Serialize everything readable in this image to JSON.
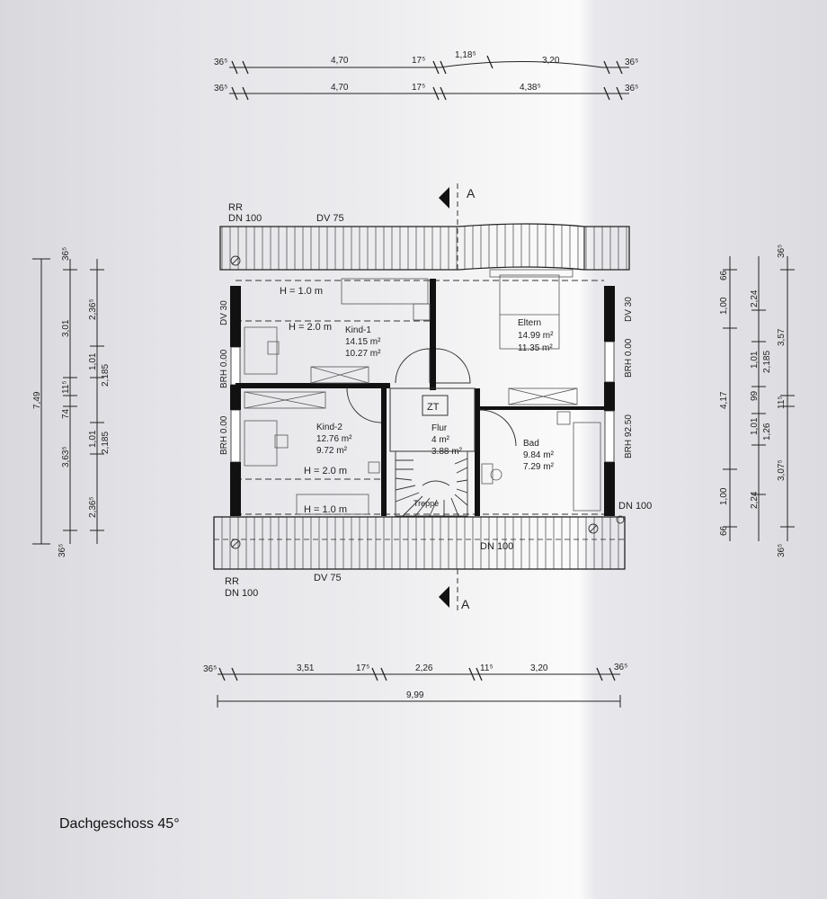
{
  "title": "Dachgeschoss 45°",
  "rooms": {
    "kind1": {
      "name": "Kind-1",
      "area1": "14.15 m²",
      "area2": "10.27 m²"
    },
    "kind2": {
      "name": "Kind-2",
      "area1": "12.76 m²",
      "area2": "9.72 m²"
    },
    "eltern": {
      "name": "Eltern",
      "area1": "14.99 m²",
      "area2": "11.35 m²"
    },
    "flur": {
      "name": "Flur",
      "area1": "4 m²",
      "area2": "3.88 m²"
    },
    "bad": {
      "name": "Bad",
      "area1": "9.84 m²",
      "area2": "7.29 m²"
    }
  },
  "labels": {
    "zt": "ZT",
    "treppe": "Treppe",
    "rr_top": "RR",
    "dn100_top": "DN 100",
    "dv75_top": "DV 75",
    "rr_bottom": "RR",
    "dn100_bottom": "DN 100",
    "dv75_bottom": "DV 75",
    "dn100_right": "DN 100",
    "dn100_gutter": "DN 100",
    "h10_top": "H = 1.0 m",
    "h20_kind1": "H = 2.0 m",
    "h20_kind2": "H = 2.0 m",
    "h10_bottom": "H = 1.0 m",
    "section_top": "A",
    "section_bottom": "A",
    "dv30_left": "DV 30",
    "brh000_left1": "BRH 0.00",
    "brh000_left2": "BRH 0.00",
    "dv30_right": "DV 30",
    "brh000_right": "BRH 0.00",
    "brh9250_right": "BRH 92.50"
  },
  "dims_top1": [
    "36⁵",
    "4,70",
    "17⁵",
    "1,18⁵",
    "3,20",
    "36⁵"
  ],
  "dims_top2": [
    "36⁵",
    "4,70",
    "17⁵",
    "4,38⁵",
    "36⁵"
  ],
  "dims_bottom1": [
    "36⁵",
    "3,51",
    "17⁵",
    "2,26",
    "11⁵",
    "3,20",
    "36⁵"
  ],
  "dims_bottom2": [
    "9,99"
  ],
  "dims_left_outer": [
    "7,49",
    "36⁵"
  ],
  "dims_left_mid": [
    "36⁵",
    "3,01",
    "11⁵",
    "74",
    "3,63⁵",
    "2,36⁵"
  ],
  "dims_left_inner": [
    "2,36⁵",
    "1,01",
    "2,185",
    "1,01",
    "2,185"
  ],
  "dims_right_inner": [
    "66",
    "1,00",
    "4,17",
    "1,00",
    "66"
  ],
  "dims_right_mid": [
    "2,24",
    "1,01",
    "99",
    "1,01",
    "1,26",
    "2,24",
    "2,185"
  ],
  "dims_right_outer": [
    "36⁵",
    "3,57",
    "11⁵",
    "3,07⁵",
    "36⁵"
  ]
}
